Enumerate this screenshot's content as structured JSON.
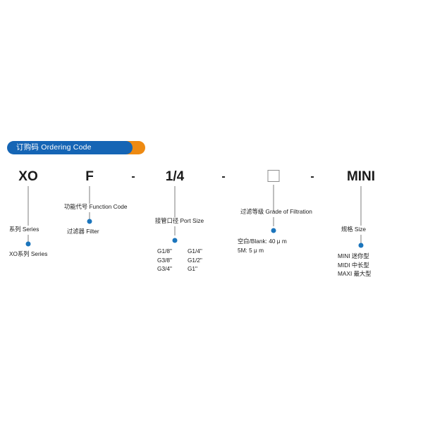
{
  "banner": {
    "title": "订购码 Ordering Code",
    "blue": "#1565B5",
    "orange": "#EE8A12"
  },
  "accent_dot_color": "#1B75BC",
  "leader_color": "#7d7d7d",
  "code": {
    "tokens": [
      {
        "text": "XO",
        "type": "text"
      },
      {
        "text": "F",
        "type": "text"
      },
      {
        "text": "-",
        "type": "dash"
      },
      {
        "text": "1/4",
        "type": "text"
      },
      {
        "text": "-",
        "type": "dash"
      },
      {
        "text": "",
        "type": "box"
      },
      {
        "text": "-",
        "type": "dash"
      },
      {
        "text": "MINI",
        "type": "text"
      }
    ]
  },
  "segments": [
    {
      "id": "series",
      "token": "XO",
      "label": "系列 Series",
      "value": "XO系列 Series",
      "options": [
        "XO系列 Series"
      ]
    },
    {
      "id": "function-code",
      "token": "F",
      "label": "功能代号 Function Code",
      "value": "过滤器 Filter",
      "options": [
        "过滤器 Filter"
      ]
    },
    {
      "id": "port-size",
      "token": "1/4",
      "label": "接管口径 Port Size",
      "options_col1": [
        "G1/8\"",
        "G3/8\"",
        "G3/4\""
      ],
      "options_col2": [
        "G1/4\"",
        "G1/2\"",
        "G1\""
      ]
    },
    {
      "id": "grade-of-filtration",
      "token": "□",
      "label": "过滤等级 Grade of Filtration",
      "options": [
        "空白/Blank: 40 μ m",
        "5M: 5 μ m"
      ]
    },
    {
      "id": "size",
      "token": "MINI",
      "label": "规格 Size",
      "options": [
        "MINI 迷你型",
        "MIDI 中长型",
        "MAXI 最大型"
      ]
    }
  ]
}
